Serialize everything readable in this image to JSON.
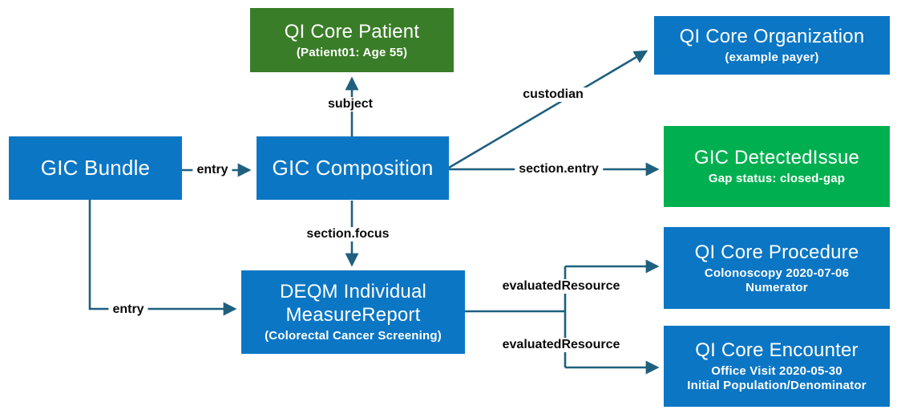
{
  "colors": {
    "node_blue": "#0B76C4",
    "node_dark_green": "#3A7D28",
    "node_green": "#00B050",
    "connector_line": "#1F607F",
    "node_text": "#FFFFFF",
    "edge_label_text": "#0B0B0B",
    "background": "#FFFFFF"
  },
  "nodes": {
    "bundle": {
      "title": "GIC Bundle"
    },
    "composition": {
      "title": "GIC Composition"
    },
    "patient": {
      "title": "QI Core Patient",
      "subtitle": "(Patient01: Age 55)"
    },
    "organization": {
      "title": "QI Core Organization",
      "subtitle": "(example payer)"
    },
    "detected_issue": {
      "title": "GIC DetectedIssue",
      "subtitle": "Gap status: closed-gap"
    },
    "measure_report": {
      "title": "DEQM Individual MeasureReport",
      "subtitle": "(Colorectal Cancer Screening)"
    },
    "procedure": {
      "title": "QI Core Procedure",
      "subtitle": "Colonoscopy 2020-07-06",
      "subtitle2": "Numerator"
    },
    "encounter": {
      "title": "QI Core Encounter",
      "subtitle": "Office Visit 2020-05-30",
      "subtitle2": "Initial Population/Denominator"
    }
  },
  "edge_labels": {
    "bundle_composition": "entry",
    "composition_patient": "subject",
    "composition_organization": "custodian",
    "composition_detected_issue": "section.entry",
    "composition_measure_report": "section.focus",
    "bundle_measure_report": "entry",
    "measure_report_procedure": "evaluatedResource",
    "measure_report_encounter": "evaluatedResource"
  }
}
